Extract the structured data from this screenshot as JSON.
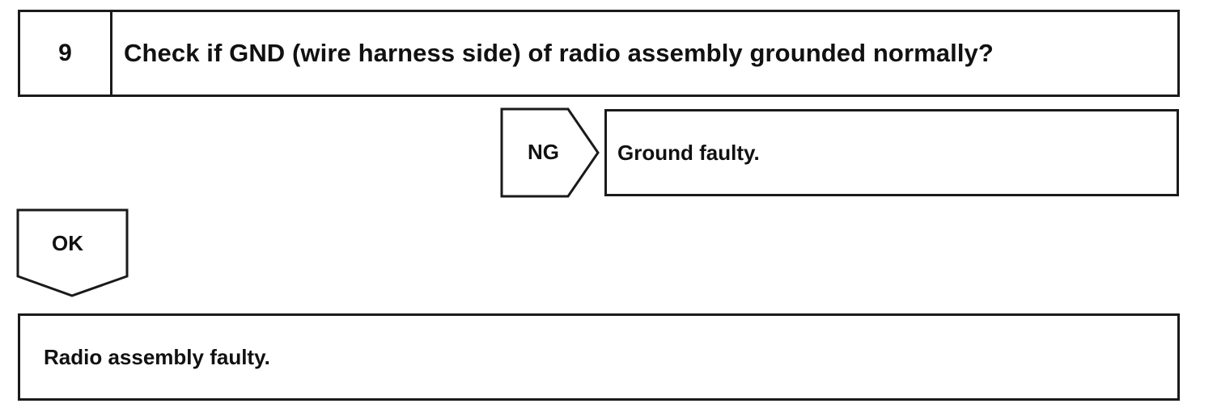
{
  "step": {
    "number": "9",
    "question": "Check if GND (wire harness side) of radio assembly grounded normally?"
  },
  "ng_branch": {
    "label": "NG",
    "result": "Ground faulty."
  },
  "ok_branch": {
    "label": "OK",
    "result": "Radio assembly faulty."
  }
}
